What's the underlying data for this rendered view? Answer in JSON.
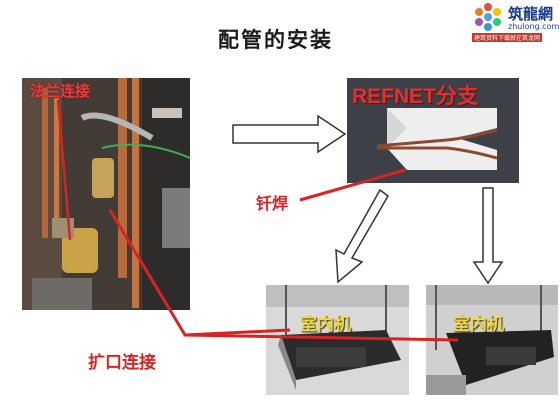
{
  "title": "配管的安装",
  "logo": {
    "brand": "筑龍網",
    "url": "zhulong.com",
    "tagline": "建筑资料下载就在筑龙网"
  },
  "labels": {
    "flange_connection": "法兰连接",
    "refnet_branch": "REFNET分支",
    "brazing": "钎焊",
    "flare_connection": "扩口连接",
    "indoor_unit_1": "室内机",
    "indoor_unit_2": "室内机"
  },
  "colors": {
    "annotation_red": "#d92323",
    "indoor_unit_label": "#f0d93c"
  }
}
